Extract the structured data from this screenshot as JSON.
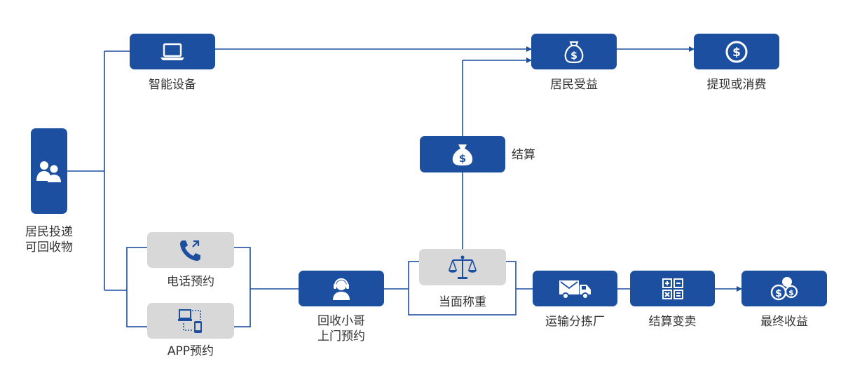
{
  "colors": {
    "primary": "#1d4fa1",
    "node_gray": "#d8d8d8",
    "line": "#1d4fa1",
    "text": "#333333"
  },
  "nodes": {
    "resident": {
      "line1": "居民投递",
      "line2": "可回收物",
      "icon": "users-icon"
    },
    "smart": {
      "label": "智能设备",
      "icon": "laptop-icon"
    },
    "phone": {
      "label": "电话预约",
      "icon": "phone-icon"
    },
    "app": {
      "label": "APP预约",
      "icon": "devices-icon"
    },
    "courier": {
      "line1": "回收小哥",
      "line2": "上门预约",
      "icon": "headset-icon"
    },
    "weigh": {
      "label": "当面称重",
      "icon": "scale-icon"
    },
    "settle": {
      "label": "结算",
      "icon": "money-bag-icon"
    },
    "income": {
      "label": "居民受益",
      "icon": "dollar-bag-icon"
    },
    "withdraw": {
      "label": "提现或消费",
      "icon": "coin-icon"
    },
    "transport": {
      "label": "运输分拣厂",
      "icon": "truck-icon"
    },
    "trade": {
      "label": "结算变卖",
      "icon": "calculator-icon"
    },
    "profit": {
      "label": "最终收益",
      "icon": "coins-icon"
    }
  }
}
